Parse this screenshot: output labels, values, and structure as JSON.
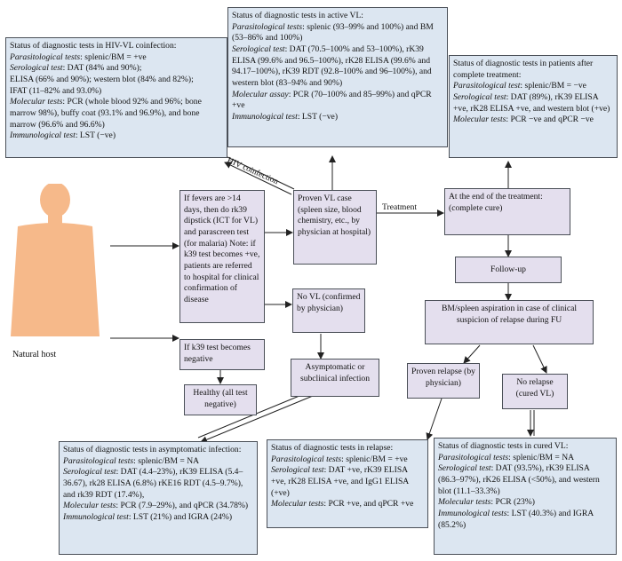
{
  "natural_host": {
    "label": "Natural host"
  },
  "hiv_coinfection": {
    "title": "Status of diagnostic tests in HIV-VL coinfection:",
    "lines": [
      {
        "k": "Parasitological tests",
        "v": ": splenic/BM = +ve"
      },
      {
        "k": "Serological test",
        "v": ": DAT (84% and 90%);"
      },
      {
        "k": "",
        "v": "ELISA (66% and 90%); western blot (84% and 82%);"
      },
      {
        "k": "",
        "v": "IFAT (11–82% and 93.0%)"
      },
      {
        "k": "Molecular tests",
        "v": ": PCR (whole blood 92% and 96%; bone marrow 98%), buffy coat (93.1% and 96.9%), and bone marrow (96.6% and 96.6%)"
      },
      {
        "k": "Immunological test",
        "v": ": LST (−ve)"
      }
    ]
  },
  "active_vl": {
    "title": "Status of diagnostic tests in active VL:",
    "lines": [
      {
        "k": "Parasitological tests",
        "v": ": splenic (93–99% and 100%) and BM (53–86% and 100%)"
      },
      {
        "k": "Serological test",
        "v": ": DAT (70.5–100% and 53–100%), rK39 ELISA (99.6% and 96.5–100%), rK28 ELISA (99.6% and 94.17–100%), rK39 RDT (92.8–100% and 96–100%), and western blot (83–94% and 90%)"
      },
      {
        "k": "Molecular assay",
        "v": ": PCR (70–100% and 85–99%) and qPCR +ve"
      },
      {
        "k": "Immunological test",
        "v": ": LST (−ve)"
      }
    ]
  },
  "after_treatment": {
    "title": "Status of diagnostic tests in patients after complete treatment:",
    "lines": [
      {
        "k": "Parasitological test",
        "v": ": splenic/BM = −ve"
      },
      {
        "k": "Serological test",
        "v": ": DAT (89%), rK39 ELISA +ve, rK28 ELISA +ve, and western blot (+ve)"
      },
      {
        "k": "Molecular tests",
        "v": ": PCR −ve and qPCR −ve"
      }
    ]
  },
  "flow": {
    "fever": "If fevers are >14 days, then do rk39 dipstick (ICT for VL) and parascreen test (for malaria) Note: if k39 test becomes +ve, patients are referred to hospital for clinical confirmation of disease",
    "proven_vl": "Proven VL case (spleen size, blood chemistry, etc., by physician at hospital)",
    "end_treatment": "At the end of the treatment: (complete cure)",
    "follow_up": "Follow-up",
    "bm_spleen": "BM/spleen aspiration in case of clinical suspicion of relapse during FU",
    "no_vl": "No VL (confirmed by physician)",
    "k39_negative": "If k39 test becomes negative",
    "healthy": "Healthy (all test negative)",
    "asymptomatic": "Asymptomatic or subclinical infection",
    "proven_relapse": "Proven relapse (by physician)",
    "no_relapse": "No relapse (cured VL)",
    "label_hiv": "HIV coinfection",
    "label_treatment": "Treatment"
  },
  "asymptomatic_status": {
    "title": "Status of diagnostic tests in asymptomatic infection:",
    "lines": [
      {
        "k": "Parasitological tests",
        "v": ": splenic/BM = NA"
      },
      {
        "k": "Serological test",
        "v": ": DAT (4.4–23%), rK39 ELISA (5.4–36.67), rk28 ELISA (6.8%) rKE16 RDT (4.5–9.7%), and rk39 RDT (17.4%),"
      },
      {
        "k": "Molecular tests",
        "v": ": PCR (7.9–29%), and qPCR (34.78%)"
      },
      {
        "k": "Immunological test",
        "v": ": LST (21%) and IGRA (24%)"
      }
    ]
  },
  "relapse_status": {
    "title": "Status of diagnostic tests in relapse:",
    "lines": [
      {
        "k": "Parasitological tests",
        "v": ": splenic/BM = +ve"
      },
      {
        "k": "Serological test",
        "v": ": DAT +ve, rK39 ELISA +ve, rK28 ELISA +ve, and IgG1 ELISA (+ve)"
      },
      {
        "k": "Molecular tests",
        "v": ": PCR +ve, and qPCR +ve"
      }
    ]
  },
  "cured_status": {
    "title": "Status of diagnostic tests in cured VL:",
    "lines": [
      {
        "k": "Parasitological tests",
        "v": ": splenic/BM = NA"
      },
      {
        "k": "Serological test",
        "v": ": DAT (93.5%), rK39 ELISA (86.3–97%), rK26 ELISA (<50%), and western blot (11.1–33.3%)"
      },
      {
        "k": "Molecular tests",
        "v": ": PCR (23%)"
      },
      {
        "k": "Immunological tests",
        "v": ": LST (40.3%) and IGRA (85.2%)"
      }
    ]
  },
  "colors": {
    "blue_box": "#dce6f1",
    "purple_box": "#e4dfee",
    "skin": "#f6b98a",
    "border": "#4a4f57"
  }
}
